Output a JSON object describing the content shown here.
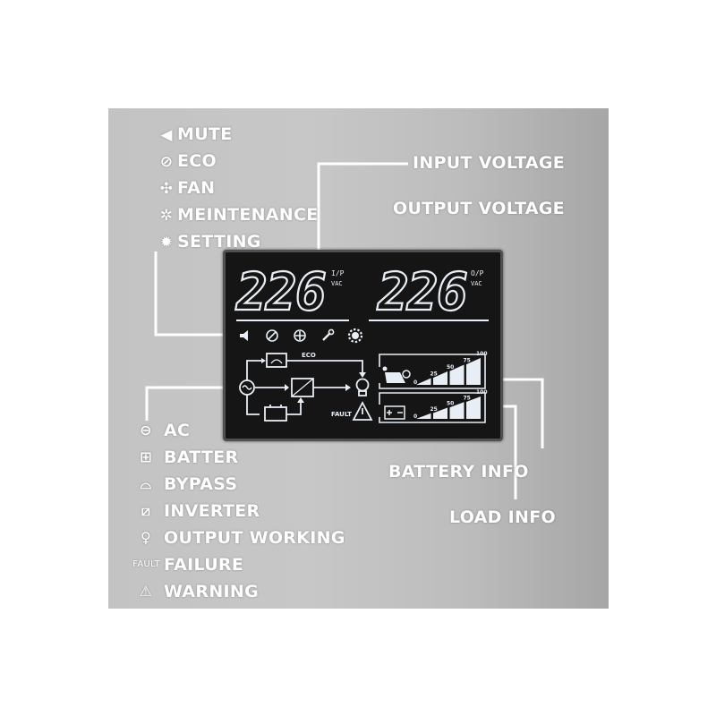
{
  "indicators": [
    {
      "label": "MUTE",
      "icon": "mute-icon"
    },
    {
      "label": "ECO",
      "icon": "eco-icon"
    },
    {
      "label": "FAN",
      "icon": "fan-icon"
    },
    {
      "label": "MEINTENANCE",
      "icon": "maintenance-icon"
    },
    {
      "label": "SETTING",
      "icon": "setting-icon"
    }
  ],
  "legend": [
    {
      "label": "AC",
      "icon": "ac-icon"
    },
    {
      "label": "BATTER",
      "icon": "battery-icon"
    },
    {
      "label": "BYPASS",
      "icon": "bypass-icon"
    },
    {
      "label": "INVERTER",
      "icon": "inverter-icon"
    },
    {
      "label": "OUTPUT WORKING",
      "icon": "bulb-icon"
    },
    {
      "label": "FAILURE",
      "icon": "fault-icon",
      "icon_text": "FAULT"
    },
    {
      "label": "WARNING",
      "icon": "warning-icon"
    }
  ],
  "callouts": {
    "input_voltage": "INPUT VOLTAGE",
    "output_voltage": "OUTPUT VOLTAGE",
    "battery_info": "BATTERY INFO",
    "load_info": "LOAD INFO"
  },
  "lcd": {
    "input_value": "226",
    "input_unit_top": "I/P",
    "input_unit_bottom": "VAC",
    "output_value": "226",
    "output_unit_top": "O/P",
    "output_unit_bottom": "VAC",
    "eco_label": "ECO",
    "fault_label": "FAULT",
    "scale_marks": [
      "0",
      "25",
      "50",
      "75",
      "100"
    ]
  },
  "colors": {
    "lcd_background": "#151515",
    "lcd_segment": "#e8eef5",
    "label_text": "#ffffff"
  }
}
